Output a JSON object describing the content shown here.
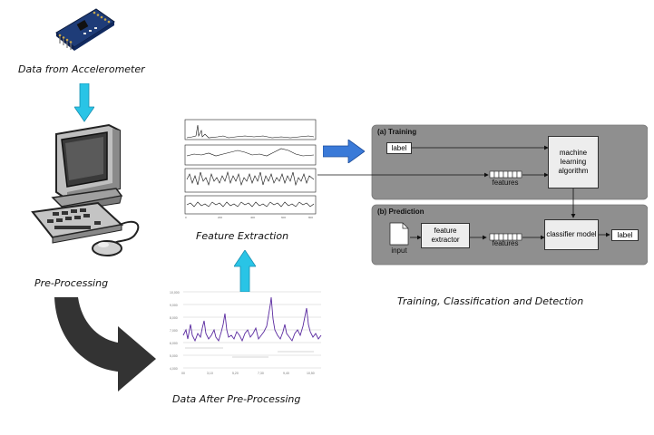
{
  "captions": {
    "accelerometer": "Data from Accelerometer",
    "preprocessing": "Pre-Processing",
    "feature_extraction": "Feature Extraction",
    "after_preprocessing": "Data After Pre-Processing",
    "training": "Training, Classification and Detection"
  },
  "training_panel": {
    "title": "(a) Training",
    "label_tag": "label",
    "features": "features",
    "ml_box": "machine learning algorithm"
  },
  "prediction_panel": {
    "title": "(b) Prediction",
    "input": "input",
    "extractor_box": "feature extractor",
    "features": "features",
    "classifier_box": "classifier model",
    "label_tag": "label"
  },
  "colors": {
    "arrow_cyan": "#29c4e6",
    "arrow_blue": "#3a7ad8",
    "panel_gray": "#8f8f8f",
    "signal_purple": "#5a2aa0",
    "curved_arrow": "#333333"
  }
}
